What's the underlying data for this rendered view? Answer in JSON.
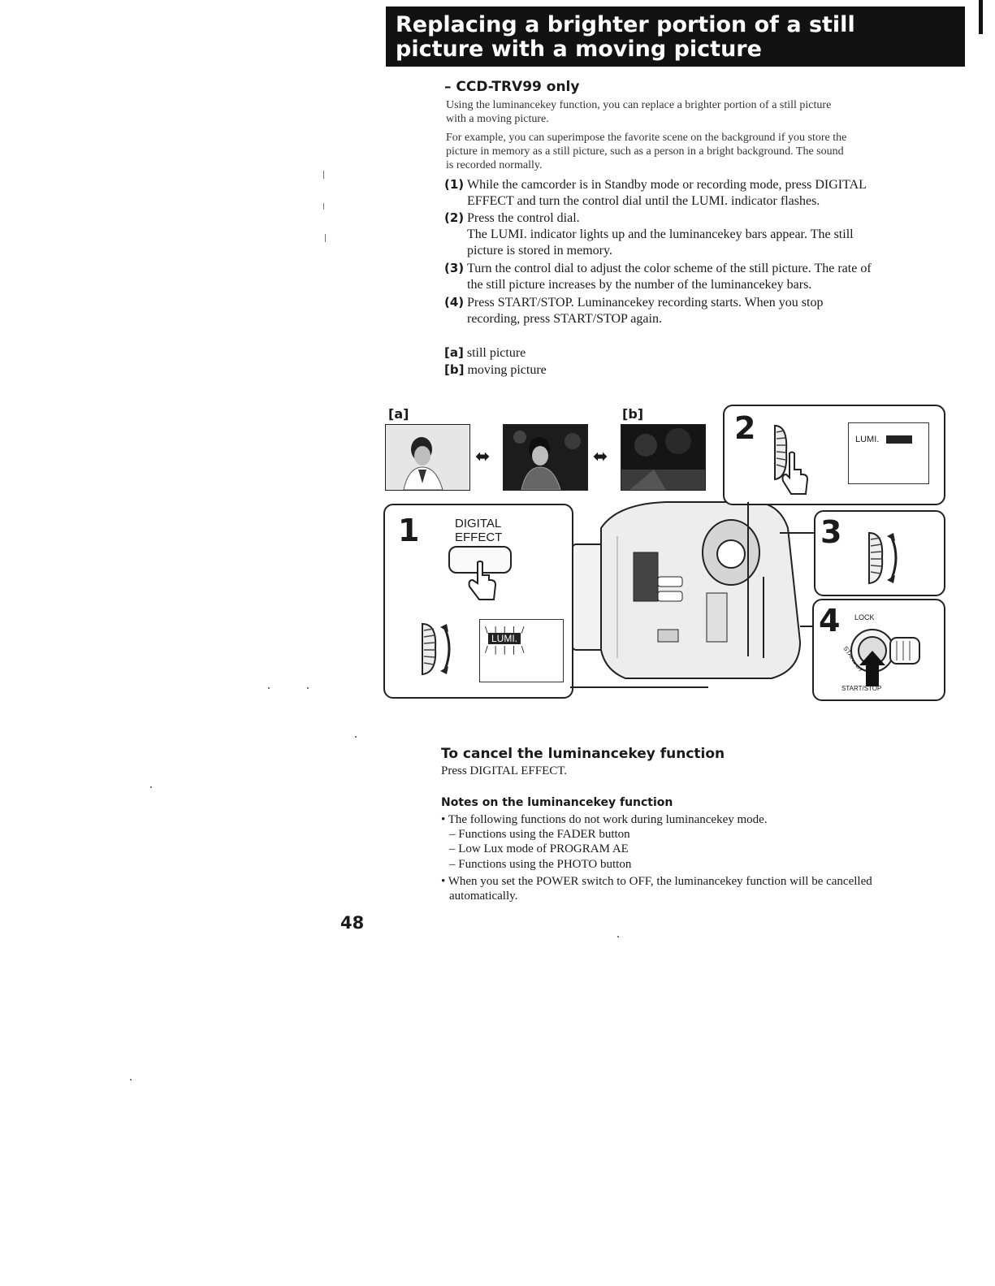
{
  "title": {
    "line1": "Replacing a brighter portion of a still",
    "line2": "picture with a moving picture"
  },
  "subtitle": "– CCD-TRV99 only",
  "intro": [
    "Using the luminancekey function, you can replace a brighter portion of a still picture",
    "with a moving picture.",
    "For example, you can superimpose the favorite scene on the background if you store the",
    "picture in memory as a still picture, such as a person in a bright background. The sound",
    "is recorded normally."
  ],
  "steps": [
    {
      "num": "(1)",
      "line1": "While the camcorder is in Standby mode or recording mode, press DIGITAL",
      "line2": "EFFECT and turn the control dial until the LUMI. indicator flashes.",
      "line3": ""
    },
    {
      "num": "(2)",
      "line1": "Press the control dial.",
      "line2": "The LUMI. indicator lights up and the luminancekey bars appear. The still",
      "line3": "picture is stored in memory."
    },
    {
      "num": "(3)",
      "line1": "Turn the control dial to adjust the color scheme of the still picture. The rate of",
      "line2": "the still picture increases by the number of the luminancekey bars.",
      "line3": ""
    },
    {
      "num": "(4)",
      "line1": "Press START/STOP. Luminancekey recording starts. When you stop",
      "line2": "recording, press START/STOP again.",
      "line3": ""
    }
  ],
  "legend": [
    {
      "key": "[a]",
      "text": "still picture"
    },
    {
      "key": "[b]",
      "text": "moving picture"
    }
  ],
  "figure": {
    "label_a": "[a]",
    "label_b": "[b]",
    "arrow": "⬌",
    "panel1": {
      "num": "1",
      "button_line1": "DIGITAL",
      "button_line2": "EFFECT",
      "lcd_text": "LUMI."
    },
    "panel2": {
      "num": "2",
      "lcd_text": "LUMI."
    },
    "panel3": {
      "num": "3"
    },
    "panel4": {
      "num": "4",
      "lock": "LOCK",
      "standby": "STANDBY",
      "start_stop": "START/STOP"
    }
  },
  "cancel": {
    "heading": "To cancel the luminancekey function",
    "text": "Press DIGITAL EFFECT."
  },
  "notes": {
    "heading": "Notes on the luminancekey function",
    "items": [
      "• The following functions do not work during luminancekey mode.",
      "– Functions using the FADER button",
      "– Low Lux mode of PROGRAM AE",
      "– Functions using the PHOTO button",
      "• When you set the POWER switch to OFF, the luminancekey function will be cancelled",
      "automatically."
    ]
  },
  "page_number": "48"
}
